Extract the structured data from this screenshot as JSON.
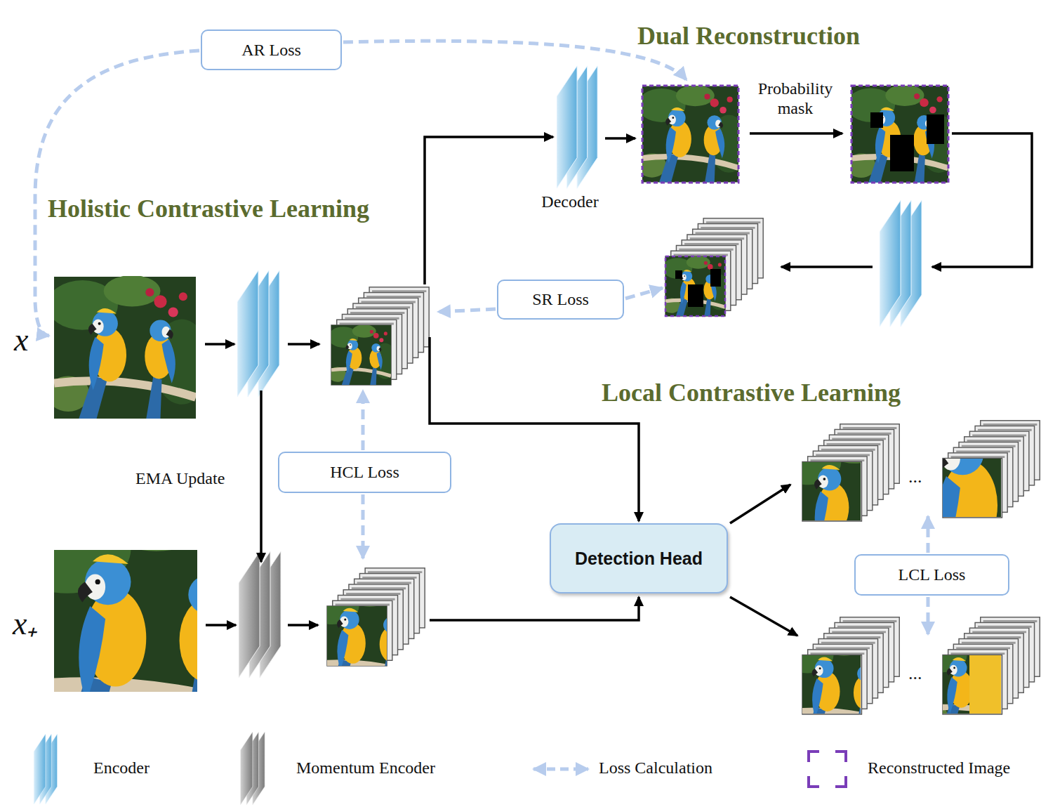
{
  "diagram": {
    "nodes": [
      {
        "text": [
          "Dual Reconstruction"
        ]
      },
      {
        "text": [
          "Holistic Contrastive Learning"
        ]
      },
      {
        "text": [
          "Local Contrastive Learning"
        ]
      },
      {
        "text": [
          "AR Loss"
        ],
        "in": 0
      },
      {
        "text": [
          "SR Loss"
        ],
        "in": 0
      },
      {
        "text": [
          "HCL Loss"
        ],
        "in": 1
      },
      {
        "text": [
          "Detection Head"
        ],
        "in": 2
      },
      {
        "text": [
          "LCL Loss"
        ],
        "in": 2
      }
    ],
    "labels": [
      "Probability mask",
      "Decoder",
      "x",
      "EMA Update",
      "x₊",
      "...",
      "..."
    ],
    "legend": [
      {
        "text": "Encoder"
      },
      {
        "text": "Momentum Encoder"
      },
      {
        "text": "Loss Calculation"
      },
      {
        "text": "Reconstructed Image"
      }
    ]
  }
}
